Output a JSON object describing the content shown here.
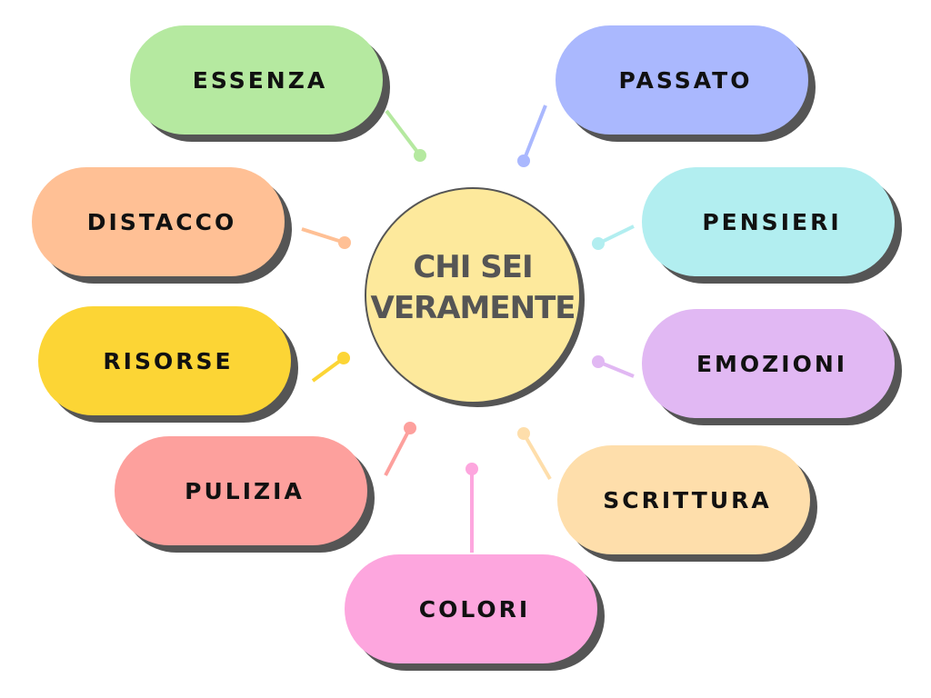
{
  "center": {
    "line1": "CHI SEI",
    "line2": "VERAMENTE",
    "color": "#fde99c"
  },
  "nodes": [
    {
      "label": "ESSENZA",
      "color": "#b5e9a0"
    },
    {
      "label": "PASSATO",
      "color": "#aab8fe"
    },
    {
      "label": "DISTACCO",
      "color": "#ffc095"
    },
    {
      "label": "PENSIERI",
      "color": "#b2eef0"
    },
    {
      "label": "RISORSE",
      "color": "#fcd535"
    },
    {
      "label": "EMOZIONI",
      "color": "#e1b8f3"
    },
    {
      "label": "PULIZIA",
      "color": "#fda09d"
    },
    {
      "label": "SCRITTURA",
      "color": "#fedeab"
    },
    {
      "label": "COLORI",
      "color": "#fda6de"
    }
  ]
}
